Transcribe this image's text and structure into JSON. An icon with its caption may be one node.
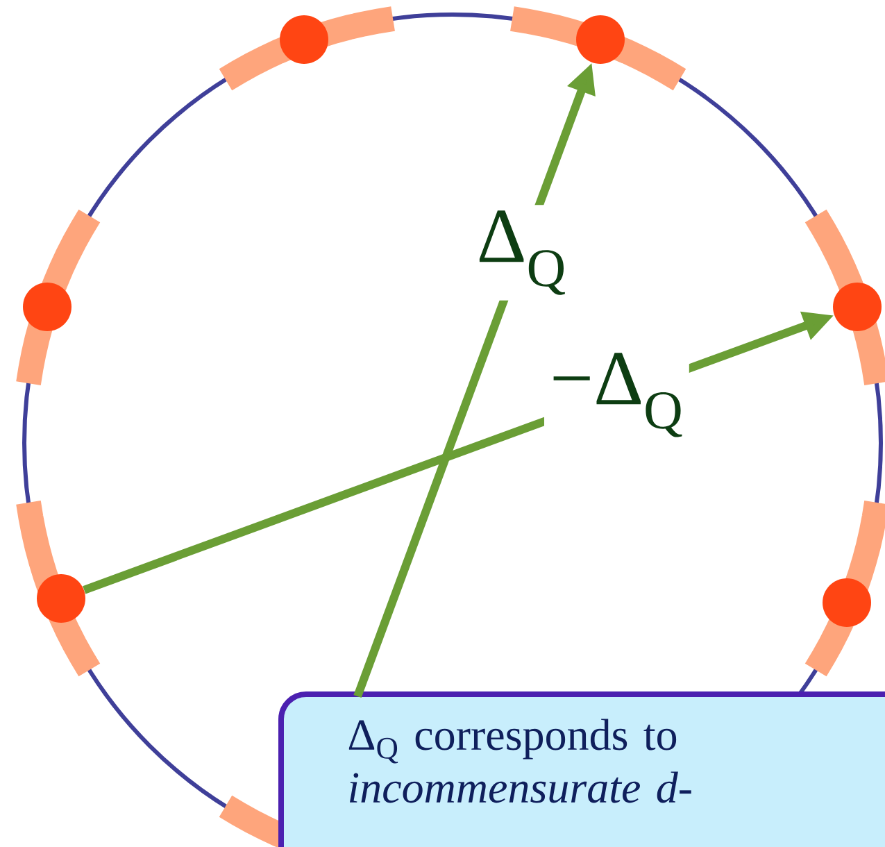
{
  "diagram": {
    "nodes": [
      {
        "text": [],
        "shape": "circle"
      },
      {
        "text": [],
        "shape": "circle"
      },
      {
        "text": [],
        "shape": "circle"
      },
      {
        "text": [],
        "shape": "circle"
      },
      {
        "text": [],
        "shape": "circle"
      },
      {
        "text": [],
        "shape": "circle"
      },
      {
        "text": [
          "Δ$_{Q}$ corresponds to *incommensurate d-*"
        ]
      }
    ],
    "edges": [
      {
        "from": 6,
        "to": 1,
        "arrow": "to",
        "label": "Δ$_{Q}$"
      },
      {
        "from": 4,
        "to": 3,
        "arrow": "to",
        "label": "−Δ$_{Q}$"
      }
    ]
  }
}
